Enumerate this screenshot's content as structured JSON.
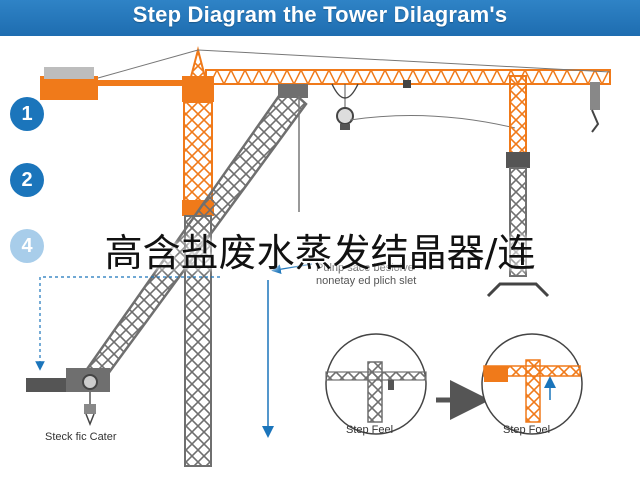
{
  "header": {
    "title": "Step Diagram the Tower Dilagram's"
  },
  "steps": [
    {
      "label": "1",
      "color": "#1b75bb"
    },
    {
      "label": "2",
      "color": "#1b75bb"
    },
    {
      "label": "4",
      "color": "#a8cdea"
    }
  ],
  "annotations": {
    "note_line1": "Pulnp sace besiolve",
    "note_line2": "nonetay ed plich slet",
    "left_caption": "Steck fic Cater",
    "step_feel_1": "Step Feel",
    "step_feel_2": "Step Foel"
  },
  "overlay_text": "高含盐废水蒸发结晶器/连",
  "colors": {
    "crane_orange": "#f07a1a",
    "lattice_gray": "#6f6f6f",
    "accent_blue": "#1b75bb"
  }
}
